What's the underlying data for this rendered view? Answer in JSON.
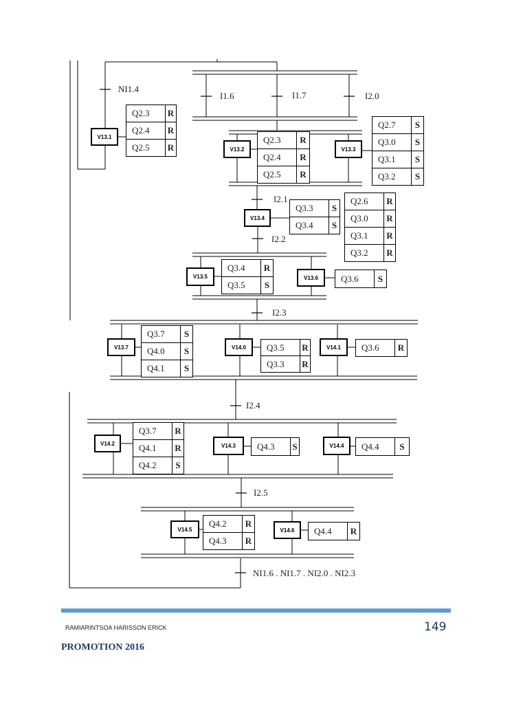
{
  "steps": [
    {
      "label": "V13.1",
      "actions": [
        [
          "Q2.3",
          "R"
        ],
        [
          "Q2.4",
          "R"
        ],
        [
          "Q2.5",
          "R"
        ]
      ]
    },
    {
      "label": "V13.2",
      "actions": [
        [
          "Q2.3",
          "R"
        ],
        [
          "Q2.4",
          "R"
        ],
        [
          "Q2.5",
          "R"
        ]
      ]
    },
    {
      "label": "V13.3",
      "actions": [
        [
          "Q2.7",
          "S"
        ],
        [
          "Q3.0",
          "S"
        ],
        [
          "Q3.1",
          "S"
        ],
        [
          "Q3.2",
          "S"
        ]
      ]
    },
    {
      "label": "V13.4",
      "actions": [
        [
          "Q3.3",
          "S"
        ],
        [
          "Q3.4",
          "S"
        ],
        [
          "Q2.6",
          "R"
        ],
        [
          "Q3.0",
          "R"
        ],
        [
          "Q3.1",
          "R"
        ],
        [
          "Q3.2",
          "R"
        ]
      ]
    },
    {
      "label": "V13.5",
      "actions": [
        [
          "Q3.4",
          "R"
        ],
        [
          "Q3.5",
          "S"
        ]
      ]
    },
    {
      "label": "V13.6",
      "actions": [
        [
          "Q3.6",
          "S"
        ]
      ]
    },
    {
      "label": "V13.7",
      "actions": [
        [
          "Q3.7",
          "S"
        ],
        [
          "Q4.0",
          "S"
        ],
        [
          "Q4.1",
          "S"
        ]
      ]
    },
    {
      "label": "V14.0",
      "actions": [
        [
          "Q3.5",
          "R"
        ],
        [
          "Q3.3",
          "R"
        ]
      ]
    },
    {
      "label": "V14.1",
      "actions": [
        [
          "Q3.6",
          "R"
        ]
      ]
    },
    {
      "label": "V14.2",
      "actions": [
        [
          "Q3.7",
          "R"
        ],
        [
          "Q4.1",
          "R"
        ],
        [
          "Q4.2",
          "S"
        ]
      ]
    },
    {
      "label": "V14.3",
      "actions": [
        [
          "Q4.3",
          "S"
        ]
      ]
    },
    {
      "label": "V14.4",
      "actions": [
        [
          "Q4.4",
          "S"
        ]
      ]
    },
    {
      "label": "V14.5",
      "actions": [
        [
          "Q4.2",
          "R"
        ],
        [
          "Q4.3",
          "R"
        ]
      ]
    },
    {
      "label": "V14.6",
      "actions": [
        [
          "Q4.4",
          "R"
        ]
      ]
    }
  ],
  "transitions": [
    "NI1.4",
    "I1.6",
    "I1.7",
    "I2.0",
    "I2.1",
    "I2.2",
    "I2.3",
    "I2.4",
    "I2.5",
    "NI1.6 . NI1.7 . NI2.0 . NI2.3"
  ],
  "footer": {
    "author": "RAMIARINTSOA HARISSON ERICK",
    "page": "149",
    "promotion": "PROMOTION 2016",
    "accent": "#5b9bd5"
  }
}
